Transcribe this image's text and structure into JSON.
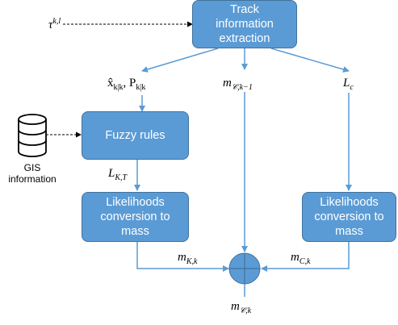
{
  "boxes": {
    "track_extraction": "Track\ninformation\nextraction",
    "fuzzy_rules": "Fuzzy rules",
    "likelihood_left": "Likelihoods\nconversion to\nmass",
    "likelihood_right": "Likelihoods\nconversion to\nmass"
  },
  "labels": {
    "tau_base": "τ",
    "tau_sup": "k,l",
    "x_base": "x̂",
    "x_sub": "k|k",
    "p_base": "P",
    "p_sub": "k|k",
    "m_prev_base": "m",
    "m_prev_sub": "𝒞,k−1",
    "lc_base": "L",
    "lc_sub": "c",
    "lkt_base": "L",
    "lkt_sub": "K,T",
    "mkk_base": "m",
    "mkk_sub": "K,k",
    "mck_base": "m",
    "mck_sub": "C,k",
    "mfinal_base": "m",
    "mfinal_sub": "𝒞,k"
  },
  "gis": {
    "label": "GIS\ninformation",
    "icon": "database-icon"
  },
  "colors": {
    "box_fill": "#5b9bd5",
    "box_border": "#41719c",
    "arrow": "#5b9bd5"
  }
}
